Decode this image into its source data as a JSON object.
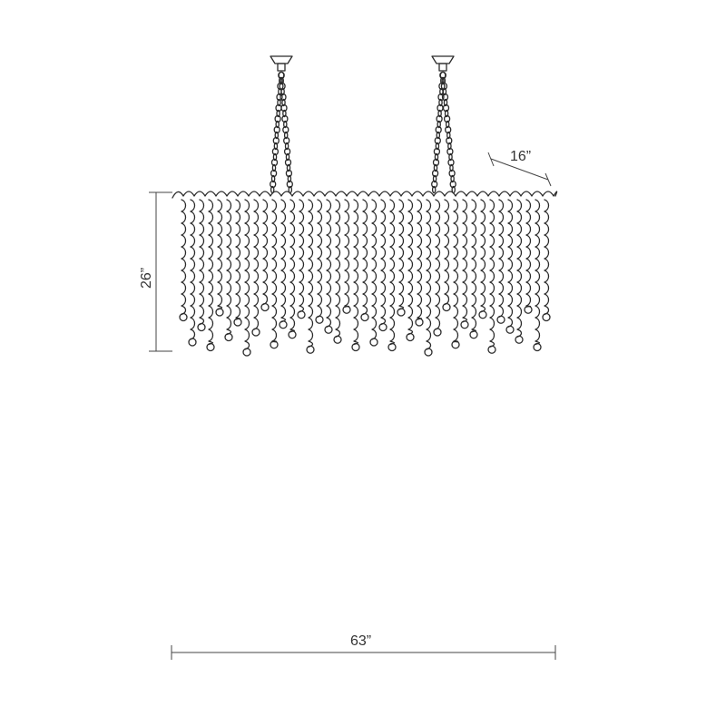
{
  "dimensions": {
    "depth": "16”",
    "height": "26”",
    "width": "63”"
  },
  "colors": {
    "line": "#2b2b2b",
    "dimension": "#444444",
    "background": "#ffffff"
  },
  "icons": {
    "canopy": "ceiling-canopy-icon",
    "chain": "chain-icon",
    "fixture": "chandelier-icon"
  }
}
